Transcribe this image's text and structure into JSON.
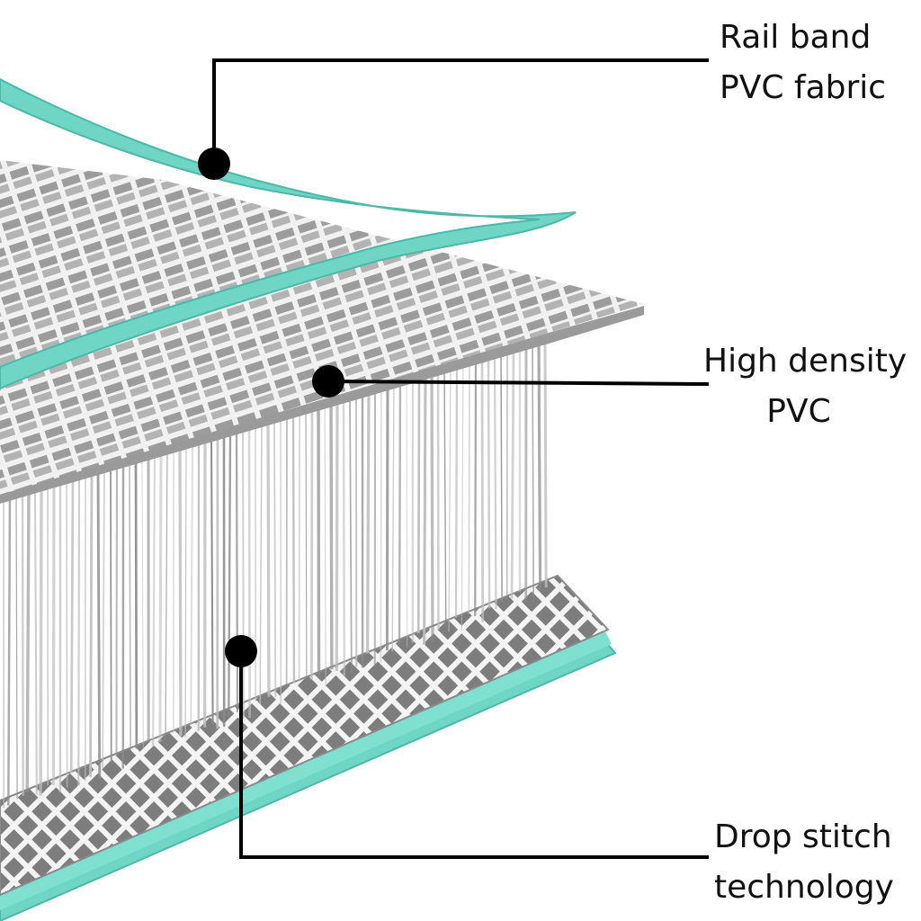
{
  "callouts": {
    "rail_band": {
      "line1": "Rail band",
      "line2": "PVC fabric"
    },
    "high_density": {
      "line1": "High density",
      "line2": "PVC"
    },
    "drop_stitch": {
      "line1": "Drop stitch",
      "line2": "technology"
    }
  },
  "colors": {
    "accent_mint": "#6fd6c6",
    "accent_mint_dark": "#4bb8a8",
    "fabric_grey": "#9a9a9a",
    "fabric_light": "#e4e4e4",
    "thread_grey": "#8a8a8a",
    "leader_black": "#000000"
  }
}
